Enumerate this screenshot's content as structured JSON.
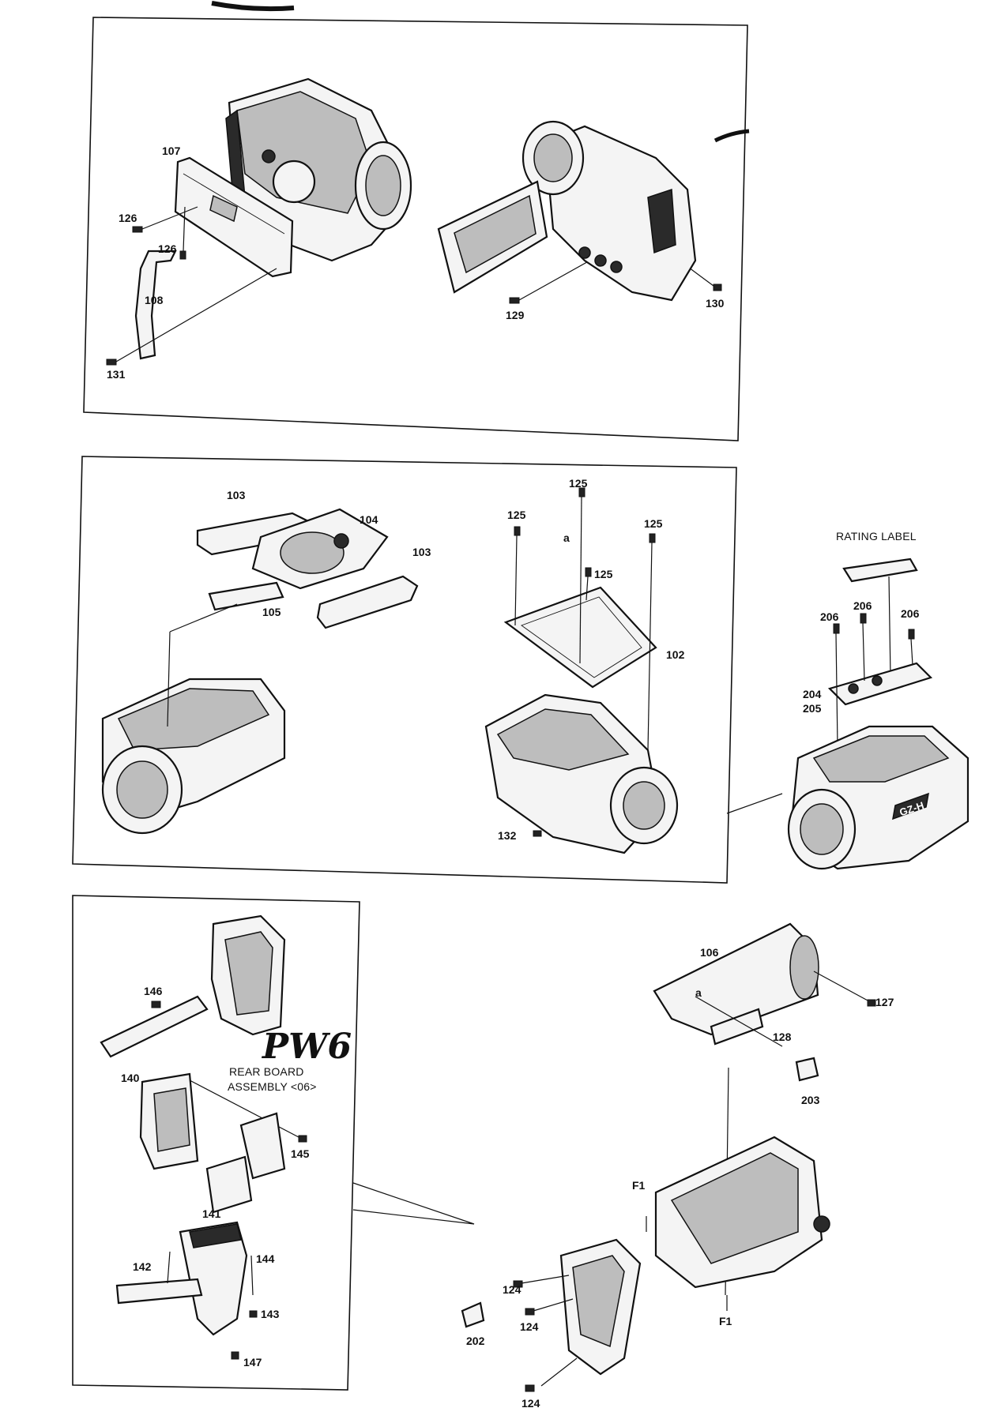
{
  "labels": {
    "p107": "107",
    "p126a": "126",
    "p126b": "126",
    "p108": "108",
    "p131": "131",
    "p129": "129",
    "p130": "130",
    "p103a": "103",
    "p104": "104",
    "p103b": "103",
    "p105": "105",
    "p125a": "125",
    "p125b": "125",
    "p125c": "125",
    "p125d": "125",
    "pa1": "a",
    "p102": "102",
    "p132": "132",
    "rating_label": "RATING LABEL",
    "p206a": "206",
    "p206b": "206",
    "p206c": "206",
    "p204": "204",
    "p205": "205",
    "p146": "146",
    "pw6": "PW6",
    "rear_board_1": "REAR BOARD",
    "rear_board_2": "ASSEMBLY <06>",
    "p140": "140",
    "p145": "145",
    "p141": "141",
    "p142": "142",
    "p144": "144",
    "p143": "143",
    "p147": "147",
    "p106": "106",
    "pa2": "a",
    "p127": "127",
    "p128": "128",
    "p203": "203",
    "pf1a": "F1",
    "pf1b": "F1",
    "p124a": "124",
    "p124b": "124",
    "p124c": "124",
    "p202": "202"
  },
  "logo_text": "GZ-H"
}
